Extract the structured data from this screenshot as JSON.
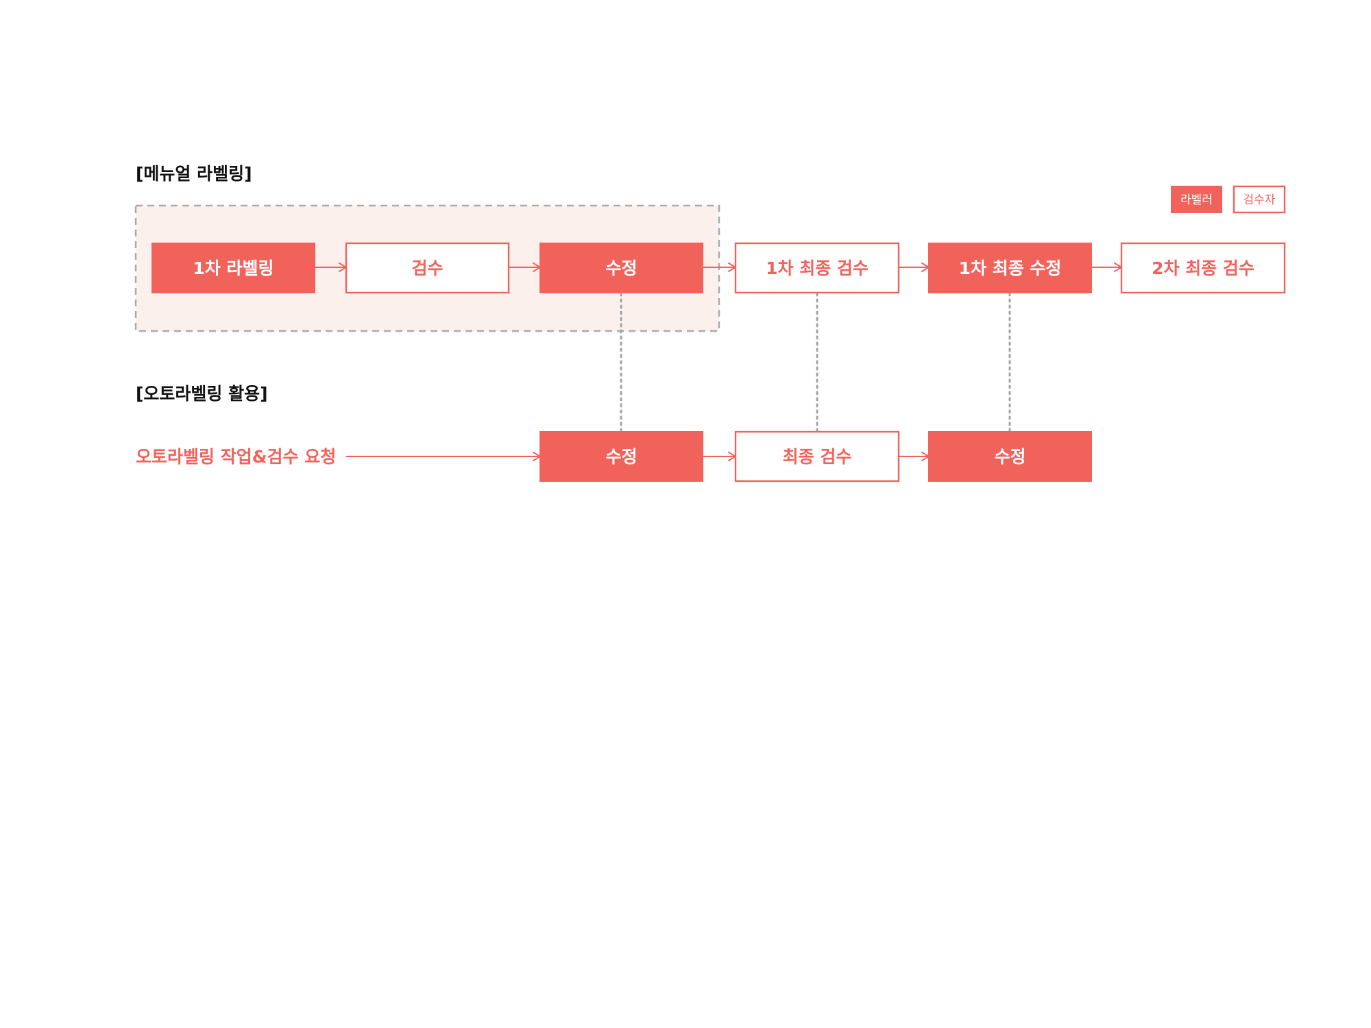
{
  "sections": {
    "manual_title": "[메뉴얼 라벨링]",
    "auto_title": "[오토라벨링 활용]"
  },
  "legend": {
    "labeler": "라벨러",
    "reviewer": "검수자"
  },
  "manual_flow": [
    {
      "label": "1차 라벨링",
      "role": "labeler"
    },
    {
      "label": "검수",
      "role": "reviewer"
    },
    {
      "label": "수정",
      "role": "labeler"
    },
    {
      "label": "1차 최종 검수",
      "role": "reviewer"
    },
    {
      "label": "1차 최종 수정",
      "role": "labeler"
    },
    {
      "label": "2차 최종 검수",
      "role": "reviewer"
    }
  ],
  "auto_flow": {
    "request": "오토라벨링 작업&검수 요청",
    "steps": [
      {
        "label": "수정",
        "role": "labeler"
      },
      {
        "label": "최종 검수",
        "role": "reviewer"
      },
      {
        "label": "수정",
        "role": "labeler"
      }
    ]
  },
  "colors": {
    "accent": "#f1625b",
    "group_fill": "#fcf0ed",
    "group_border": "#aaaaaa",
    "connector": "#a3a3a3",
    "title_text": "#111111"
  }
}
